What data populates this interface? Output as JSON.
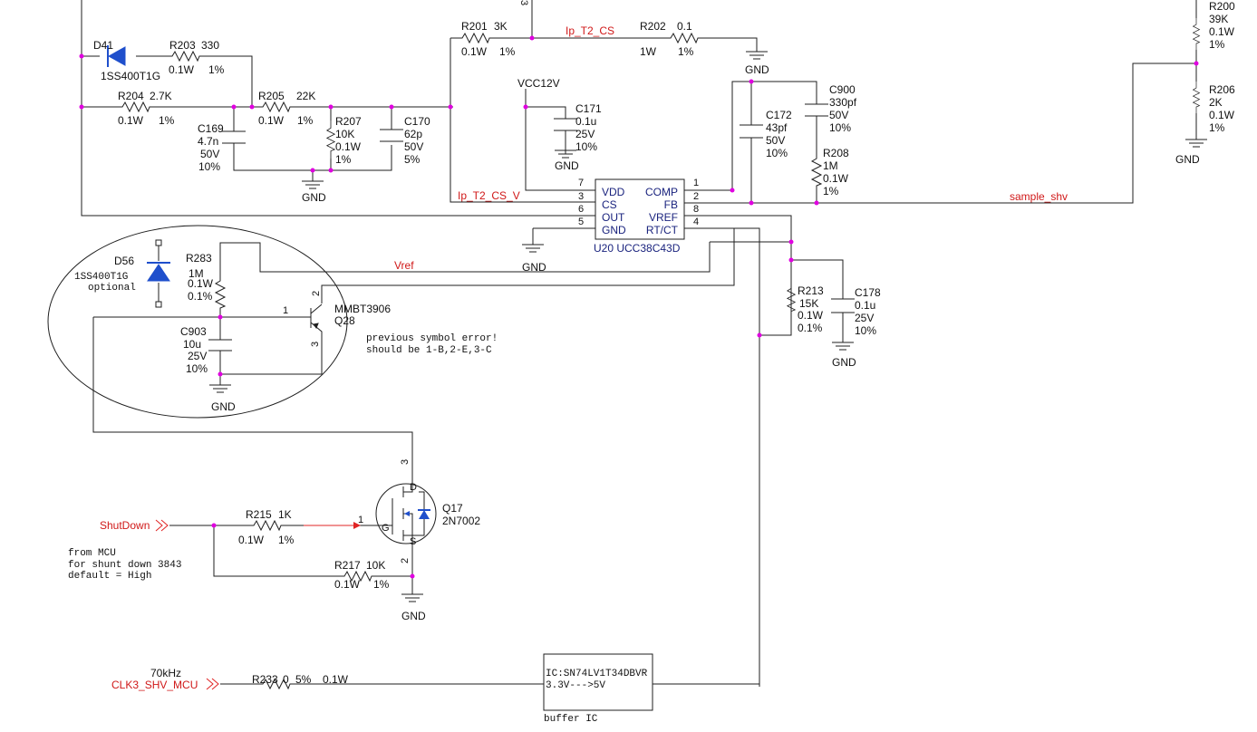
{
  "colors": {
    "wire": "#1f1f1f",
    "net_label": "#d01818",
    "junction": "#e000e0",
    "diode_fill": "#1f4fcc",
    "ic_text": "#1a237e"
  },
  "components": {
    "D41": {
      "ref": "D41",
      "part": "1SS400T1G"
    },
    "R203": {
      "ref": "R203",
      "value": "330",
      "power": "0.1W",
      "tol": "1%"
    },
    "R204": {
      "ref": "R204",
      "value": "2.7K",
      "power": "0.1W",
      "tol": "1%"
    },
    "R205": {
      "ref": "R205",
      "value": "22K",
      "power": "0.1W",
      "tol": "1%"
    },
    "C169": {
      "ref": "C169",
      "value": "4.7n",
      "volt": "50V",
      "tol": "10%"
    },
    "R207": {
      "ref": "R207",
      "value": "10K",
      "power": "0.1W",
      "tol": "1%"
    },
    "C170": {
      "ref": "C170",
      "value": "62p",
      "volt": "50V",
      "tol": "5%"
    },
    "R201": {
      "ref": "R201",
      "value": "3K",
      "power": "0.1W",
      "tol": "1%"
    },
    "R202": {
      "ref": "R202",
      "value": "0.1",
      "power": "1W",
      "tol": "1%"
    },
    "C171": {
      "ref": "C171",
      "value": "0.1u",
      "volt": "25V",
      "tol": "10%"
    },
    "C172": {
      "ref": "C172",
      "value": "43pf",
      "volt": "50V",
      "tol": "10%"
    },
    "C900": {
      "ref": "C900",
      "value": "330pf",
      "volt": "50V",
      "tol": "10%"
    },
    "R208": {
      "ref": "R208",
      "value": "1M",
      "power": "0.1W",
      "tol": "1%"
    },
    "R200": {
      "ref": "R200",
      "value": "39K",
      "power": "0.1W",
      "tol": "1%"
    },
    "R206": {
      "ref": "R206",
      "value": "2K",
      "power": "0.1W",
      "tol": "1%"
    },
    "U20": {
      "label": "U20 UCC38C43D",
      "pins_left": [
        "VDD",
        "CS",
        "OUT",
        "GND"
      ],
      "pins_right": [
        "COMP",
        "FB",
        "VREF",
        "RT/CT"
      ],
      "nums_left": [
        "7",
        "3",
        "6",
        "5"
      ],
      "nums_right": [
        "1",
        "2",
        "8",
        "4"
      ]
    },
    "D56": {
      "ref": "D56",
      "part": "1SS400T1G",
      "note": "optional"
    },
    "R283": {
      "ref": "R283",
      "value": "1M",
      "power": "0.1W",
      "tol": "0.1%"
    },
    "C903": {
      "ref": "C903",
      "value": "10u",
      "volt": "25V",
      "tol": "10%"
    },
    "Q28": {
      "ref": "Q28",
      "part": "MMBT3906",
      "pin1": "1",
      "pin2": "2",
      "pin3": "3"
    },
    "R213": {
      "ref": "R213",
      "value": "15K",
      "power": "0.1W",
      "tol": "0.1%"
    },
    "C178": {
      "ref": "C178",
      "value": "0.1u",
      "volt": "25V",
      "tol": "10%"
    },
    "Q17": {
      "ref": "Q17",
      "part": "2N7002",
      "pin1": "1",
      "pin2": "2",
      "pin3": "3",
      "g": "G",
      "d": "D",
      "s": "S"
    },
    "R215": {
      "ref": "R215",
      "value": "1K",
      "power": "0.1W",
      "tol": "1%"
    },
    "R217": {
      "ref": "R217",
      "value": "10K",
      "power": "0.1W",
      "tol": "1%"
    },
    "R233": {
      "ref": "R233",
      "value": "0",
      "tol": "5%",
      "power": "0.1W"
    }
  },
  "nets": {
    "ip_t2_cs": "Ip_T2_CS",
    "ip_t2_cs_v": "Ip_T2_CS_V",
    "vcc12v": "VCC12V",
    "vref": "Vref",
    "sample_shv": "sample_shv",
    "shutdown": "ShutDown",
    "clk3": "CLK3_SHV_MCU",
    "clk_freq": "70kHz",
    "gnd": "GND",
    "top_pin": "3"
  },
  "notes": {
    "symbol_error_1": "previous symbol error!",
    "symbol_error_2": "should be 1-B,2-E,3-C",
    "mcu_1": "from MCU",
    "mcu_2": "for shunt down 3843",
    "mcu_3": "default = High"
  },
  "buffer": {
    "line1": "IC:SN74LV1T34DBVR",
    "line2": "3.3V--->5V",
    "caption": "buffer IC"
  },
  "pin_marker": "1"
}
